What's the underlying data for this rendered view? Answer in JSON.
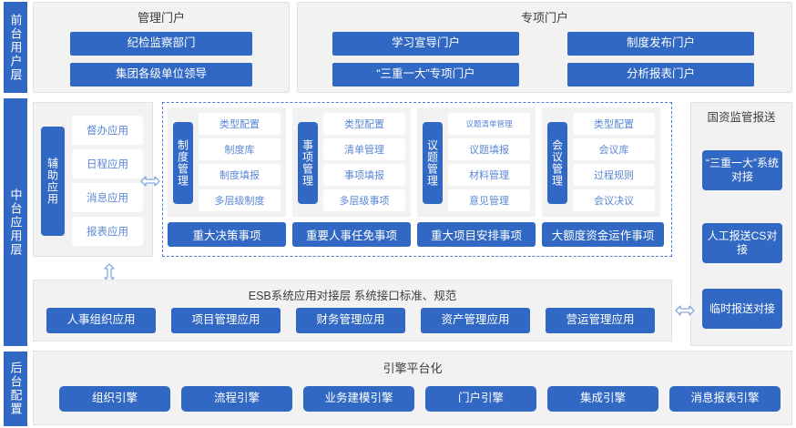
{
  "rail": {
    "segments": [
      {
        "label": "前台用户层"
      },
      {
        "label": "中台应用层"
      },
      {
        "label": "后台配置"
      }
    ]
  },
  "top": {
    "manage_portal": {
      "title": "管理门户",
      "buttons": [
        {
          "label": "纪检监察部门"
        },
        {
          "label": "集团各级单位领导"
        }
      ]
    },
    "special_portal": {
      "title": "专项门户",
      "buttons": [
        {
          "label": "学习宣导门户"
        },
        {
          "label": "“三重一大”专项门户"
        },
        {
          "label": "制度发布门户"
        },
        {
          "label": "分析报表门户"
        }
      ]
    }
  },
  "middle": {
    "aux": {
      "tab_label": "辅助应用",
      "items": [
        {
          "label": "督办应用"
        },
        {
          "label": "日程应用"
        },
        {
          "label": "消息应用"
        },
        {
          "label": "报表应用"
        }
      ]
    },
    "core_columns": [
      {
        "tab_label": "制度管理",
        "items": [
          {
            "label": "类型配置"
          },
          {
            "label": "制度库"
          },
          {
            "label": "制度填报"
          },
          {
            "label": "多层级制度"
          }
        ],
        "bar_label": "重大决策事项"
      },
      {
        "tab_label": "事项管理",
        "items": [
          {
            "label": "类型配置"
          },
          {
            "label": "清单管理"
          },
          {
            "label": "事项填报"
          },
          {
            "label": "多层级事项"
          }
        ],
        "bar_label": "重要人事任免事项"
      },
      {
        "tab_label": "议题管理",
        "items": [
          {
            "label": "议题清单管理"
          },
          {
            "label": "议题填报"
          },
          {
            "label": "材料管理"
          },
          {
            "label": "意见管理"
          }
        ],
        "bar_label": "重大项目安排事项"
      },
      {
        "tab_label": "会议管理",
        "items": [
          {
            "label": "类型配置"
          },
          {
            "label": "会议库"
          },
          {
            "label": "过程规则"
          },
          {
            "label": "会议决议"
          }
        ],
        "bar_label": "大额度资金运作事项"
      }
    ],
    "sasac": {
      "title": "国资监管报送",
      "buttons": [
        {
          "label": "“三重一大”系统对接"
        },
        {
          "label": "人工报送CS对接"
        },
        {
          "label": "临时报送对接"
        }
      ]
    }
  },
  "esb": {
    "title": "ESB系统应用对接层    系统接口标准、规范",
    "buttons": [
      {
        "label": "人事组织应用"
      },
      {
        "label": "项目管理应用"
      },
      {
        "label": "财务管理应用"
      },
      {
        "label": "资产管理应用"
      },
      {
        "label": "营运管理应用"
      }
    ]
  },
  "engine": {
    "title": "引擎平台化",
    "buttons": [
      {
        "label": "组织引擎"
      },
      {
        "label": "流程引擎"
      },
      {
        "label": "业务建模引擎"
      },
      {
        "label": "门户引擎"
      },
      {
        "label": "集成引擎"
      },
      {
        "label": "消息报表引擎"
      }
    ]
  },
  "colors": {
    "accent_blue": "#3168c3",
    "panel_bg": "#f2f2f2",
    "sub_text_blue": "#5b87d6",
    "dashed_border": "#4a7fd4"
  }
}
